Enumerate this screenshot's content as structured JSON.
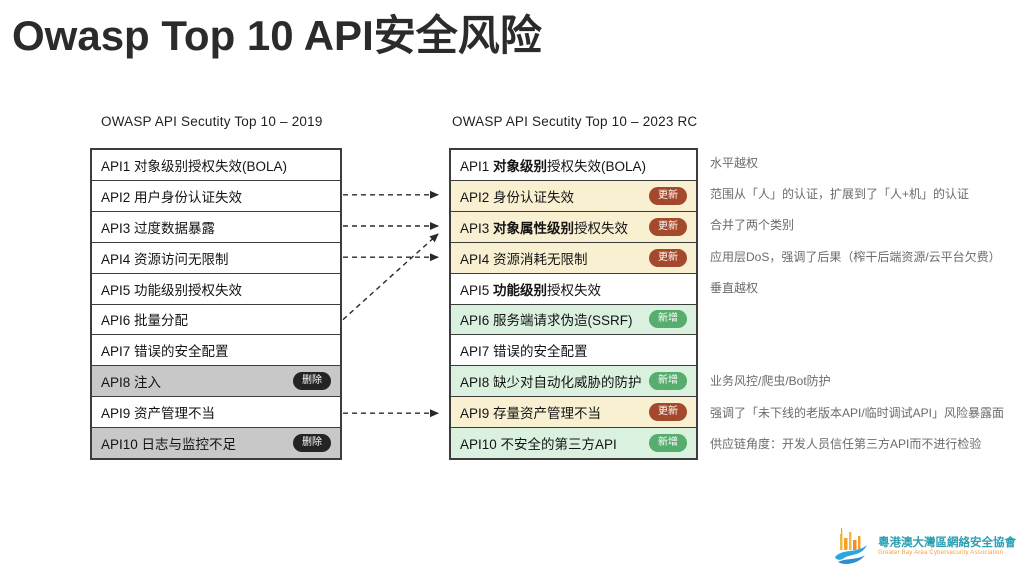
{
  "title": "Owasp Top 10 API安全风险",
  "left_table": {
    "header": "OWASP API Secutity Top 10 – 2019",
    "rows": [
      {
        "text": "API1 对象级别授权失效(BOLA)"
      },
      {
        "text": "API2 用户身份认证失效"
      },
      {
        "text": "API3 过度数据暴露"
      },
      {
        "text": "API4 资源访问无限制"
      },
      {
        "text": "API5 功能级别授权失效"
      },
      {
        "text": "API6 批量分配"
      },
      {
        "text": "API7 错误的安全配置"
      },
      {
        "text": "API8 注入",
        "bg": "gray",
        "badge": "removed"
      },
      {
        "text": "API9 资产管理不当"
      },
      {
        "text": "API10 日志与监控不足",
        "bg": "gray",
        "badge": "removed"
      }
    ]
  },
  "right_table": {
    "header": "OWASP API Secutity Top 10 – 2023 RC",
    "rows": [
      {
        "text": "API1 对象级别授权失效(BOLA)",
        "bold": "对象级别",
        "note": "水平越权"
      },
      {
        "text": "API2 身份认证失效",
        "bg": "yellow",
        "badge": "update",
        "note": "范围从「人」的认证，扩展到了「人+机」的认证"
      },
      {
        "text": "API3 对象属性级别授权失效",
        "bold": "对象属性级别",
        "bg": "yellow",
        "badge": "update",
        "note": "合并了两个类别"
      },
      {
        "text": "API4 资源消耗无限制",
        "bg": "yellow",
        "badge": "update",
        "note": "应用层DoS，强调了后果（榨干后端资源/云平台欠费）"
      },
      {
        "text": "API5 功能级别授权失效",
        "bold": "功能级别",
        "note": "垂直越权"
      },
      {
        "text": "API6 服务端请求伪造(SSRF)",
        "bg": "green",
        "badge": "new"
      },
      {
        "text": "API7 错误的安全配置"
      },
      {
        "text": "API8 缺少对自动化威胁的防护",
        "bg": "green",
        "badge": "new",
        "note": "业务风控/爬虫/Bot防护"
      },
      {
        "text": "API9 存量资产管理不当",
        "bg": "yellow",
        "badge": "update",
        "note": "强调了「未下线的老版本API/临时调试API」风险暴露面"
      },
      {
        "text": "API10 不安全的第三方API",
        "bg": "green",
        "badge": "new",
        "note": "供应链角度：开发人员信任第三方API而不进行检验"
      }
    ]
  },
  "badges": {
    "update": {
      "label": "更新",
      "color": "#a4492c"
    },
    "new": {
      "label": "新增",
      "color": "#56ad6d"
    },
    "removed": {
      "label": "删除",
      "color": "#242424"
    }
  },
  "row_colors": {
    "white": "#ffffff",
    "yellow": "#f9f0d2",
    "green": "#dbf1df",
    "gray": "#c8c8c8"
  },
  "arrows": [
    {
      "from_row": 2,
      "to_row": 2
    },
    {
      "from_row": 3,
      "to_row": 3
    },
    {
      "from_row": 4,
      "to_row": 4
    },
    {
      "from_row": 6,
      "to_row": 3
    },
    {
      "from_row": 9,
      "to_row": 9
    }
  ],
  "arrow_color": "#2a2a2a",
  "logo": {
    "name_zh": "粵港澳大灣區網絡安全協會",
    "name_en": "Greater Bay Area Cybersecurity Association",
    "zh_color": "#2ba0b4",
    "en_color": "#f0a23c"
  }
}
